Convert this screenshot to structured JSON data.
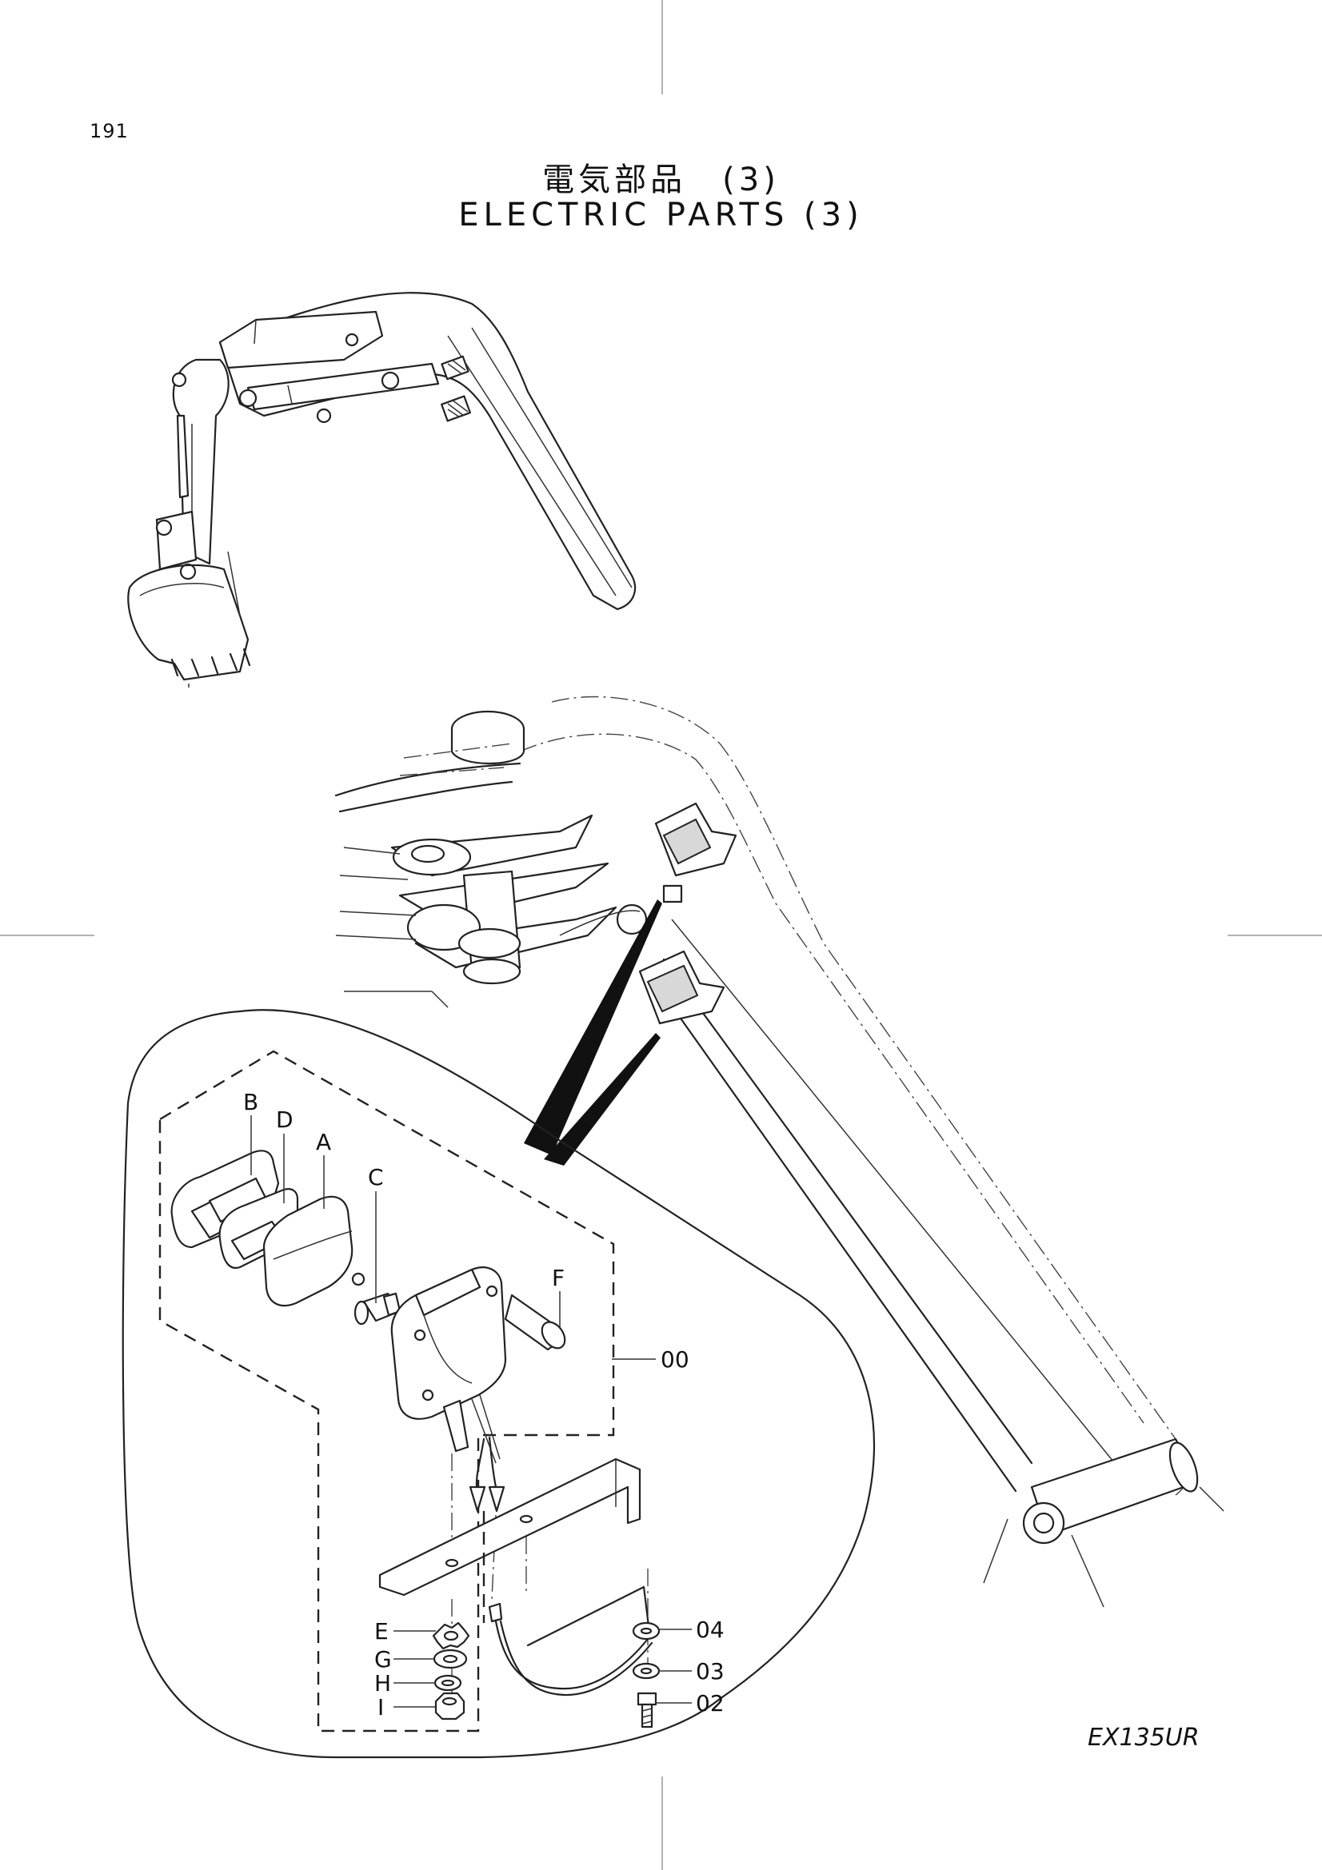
{
  "page_number": "191",
  "title_jp": "電気部品　(3)",
  "title_en": "ELECTRIC  PARTS  (3)",
  "model_code": "EX135UR",
  "callouts": {
    "b": "B",
    "d": "D",
    "a": "A",
    "c": "C",
    "f": "F",
    "assembly": "00",
    "e": "E",
    "g": "G",
    "h": "H",
    "i": "I",
    "p04": "04",
    "p03": "03",
    "p02": "02"
  }
}
